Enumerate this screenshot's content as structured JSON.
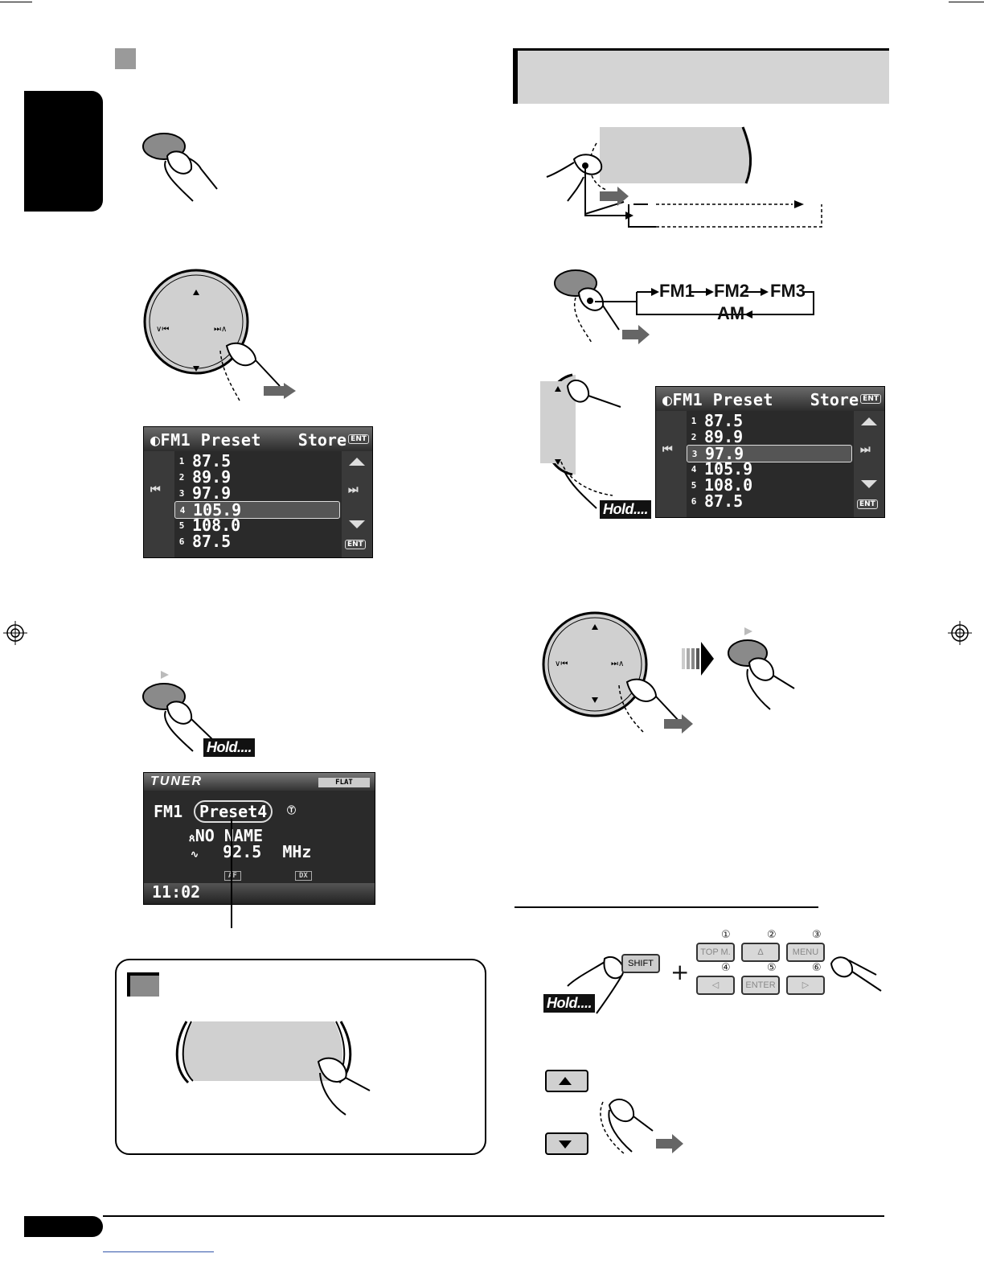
{
  "left_preset_screen": {
    "title": "FM1 Preset",
    "store": "Store",
    "ent": "ENT",
    "rows": [
      {
        "idx": "1",
        "freq": "87.5",
        "selected": false
      },
      {
        "idx": "2",
        "freq": "89.9",
        "selected": false
      },
      {
        "idx": "3",
        "freq": "97.9",
        "selected": false
      },
      {
        "idx": "4",
        "freq": "105.9",
        "selected": true
      },
      {
        "idx": "5",
        "freq": "108.0",
        "selected": false
      },
      {
        "idx": "6",
        "freq": "87.5",
        "selected": false
      }
    ]
  },
  "right_preset_screen": {
    "title": "FM1 Preset",
    "store": "Store",
    "ent": "ENT",
    "rows": [
      {
        "idx": "1",
        "freq": "87.5",
        "selected": false
      },
      {
        "idx": "2",
        "freq": "89.9",
        "selected": false
      },
      {
        "idx": "3",
        "freq": "97.9",
        "selected": true
      },
      {
        "idx": "4",
        "freq": "105.9",
        "selected": false
      },
      {
        "idx": "5",
        "freq": "108.0",
        "selected": false
      },
      {
        "idx": "6",
        "freq": "87.5",
        "selected": false
      }
    ]
  },
  "tuner_screen": {
    "header": "TUNER",
    "flat": "FLAT",
    "band": "FM1",
    "preset": "Preset4",
    "name": "NO NAME",
    "freq": "92.5",
    "unit": "MHz",
    "af": "AF",
    "dx": "DX",
    "clock": "11:02"
  },
  "band_cycle": {
    "fm1": "FM1",
    "fm2": "FM2",
    "fm3": "FM3",
    "am": "AM"
  },
  "hold_label": "Hold....",
  "remote": {
    "shift": "SHIFT",
    "plus": "+",
    "keys": [
      {
        "num": "①",
        "label": "TOP M."
      },
      {
        "num": "②",
        "label": "Δ"
      },
      {
        "num": "③",
        "label": "MENU"
      },
      {
        "num": "④",
        "label": "◁"
      },
      {
        "num": "⑤",
        "label": "ENTER"
      },
      {
        "num": "⑥",
        "label": "▷"
      }
    ]
  },
  "colors": {
    "button_gray": "#8a8a8a",
    "panel_gray": "#d0d0d0",
    "lcd_bg": "#2a2a2a"
  }
}
